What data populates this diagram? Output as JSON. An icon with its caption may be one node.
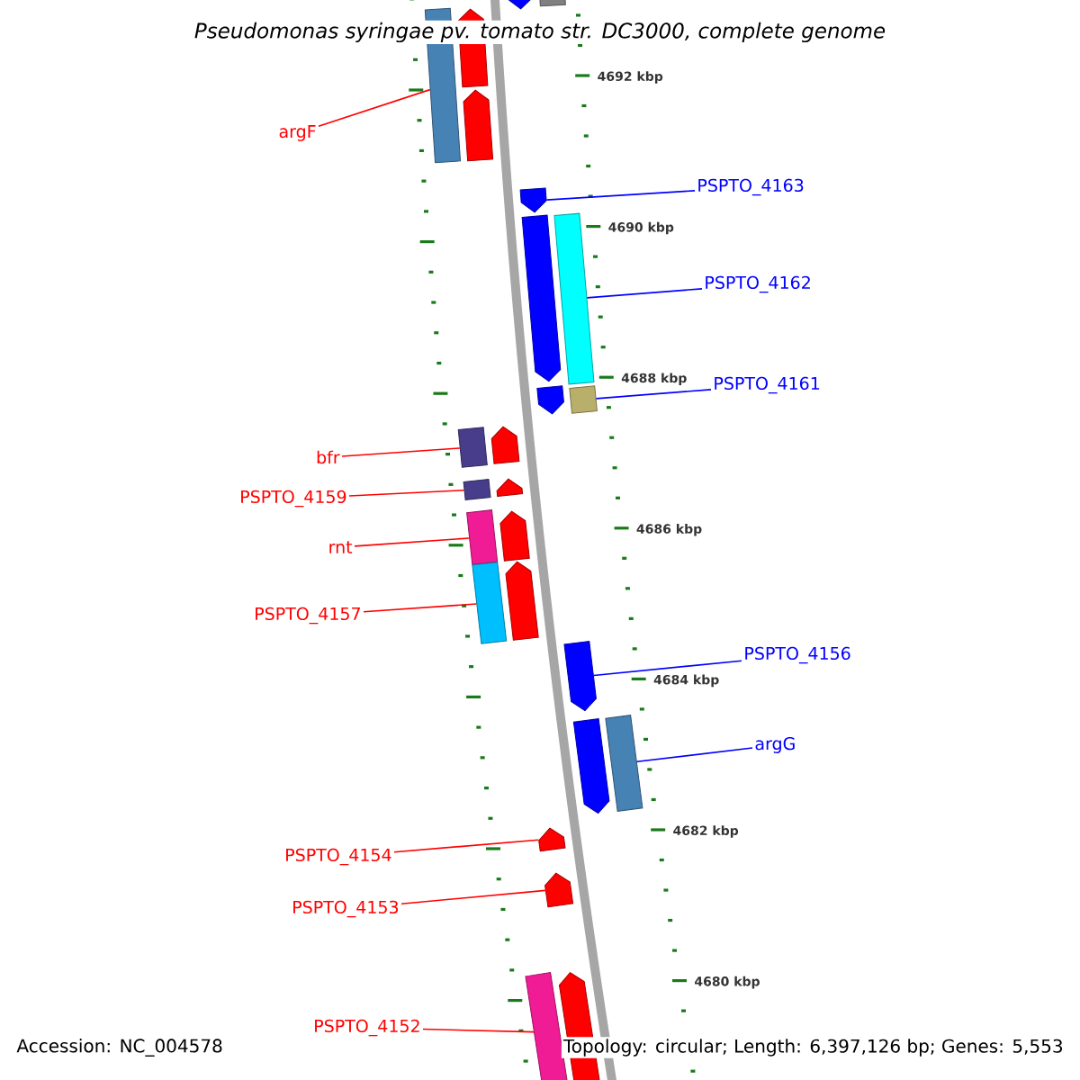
{
  "diagram": {
    "title": "Pseudomonas syringae pv. tomato str. DC3000, complete genome",
    "nodes": [
      {
        "text": [
          "argF"
        ]
      },
      {
        "text": [
          "PSPTO_4163"
        ]
      },
      {
        "text": [
          "PSPTO_4162"
        ]
      },
      {
        "text": [
          "PSPTO_4161"
        ]
      },
      {
        "text": [
          "bfr"
        ]
      },
      {
        "text": [
          "PSPTO_4159"
        ]
      },
      {
        "text": [
          "rnt"
        ]
      },
      {
        "text": [
          "PSPTO_4157"
        ]
      },
      {
        "text": [
          "PSPTO_4156"
        ]
      },
      {
        "text": [
          "argG"
        ]
      },
      {
        "text": [
          "PSPTO_4154"
        ]
      },
      {
        "text": [
          "PSPTO_4153"
        ]
      },
      {
        "text": [
          "PSPTO_4152"
        ]
      },
      {
        "text": [],
        "shape": "pentagon"
      },
      {
        "text": [],
        "shape": "box"
      },
      {
        "text": [],
        "shape": "box"
      },
      {
        "text": [],
        "shape": "pentagon"
      },
      {
        "text": [],
        "shape": "pentagon"
      },
      {
        "text": [],
        "shape": "pentagon"
      },
      {
        "text": [],
        "shape": "pentagon"
      },
      {
        "text": [],
        "shape": "box"
      },
      {
        "text": [],
        "shape": "pentagon"
      },
      {
        "text": [],
        "shape": "box"
      },
      {
        "text": [],
        "shape": "box"
      },
      {
        "text": [],
        "shape": "pentagon"
      },
      {
        "text": [],
        "shape": "box"
      },
      {
        "text": [],
        "shape": "pentagon"
      },
      {
        "text": [],
        "shape": "box"
      },
      {
        "text": [],
        "shape": "pentagon"
      },
      {
        "text": [],
        "shape": "box"
      },
      {
        "text": [],
        "shape": "pentagon"
      },
      {
        "text": [],
        "shape": "pentagon"
      },
      {
        "text": [],
        "shape": "pentagon"
      },
      {
        "text": [],
        "shape": "box"
      },
      {
        "text": [],
        "shape": "pentagon"
      },
      {
        "text": [],
        "shape": "pentagon"
      },
      {
        "text": [],
        "shape": "box"
      },
      {
        "text": [],
        "shape": "pentagon"
      }
    ],
    "edges": [
      {
        "from": 0,
        "to": 15,
        "arrow": "none"
      },
      {
        "from": 1,
        "to": 18,
        "arrow": "none",
        "color": "#0000ff"
      },
      {
        "from": 2,
        "to": 20,
        "arrow": "none",
        "color": "#0000ff"
      },
      {
        "from": 3,
        "to": 22,
        "arrow": "none",
        "color": "#0000ff"
      },
      {
        "from": 4,
        "to": 23,
        "arrow": "none"
      },
      {
        "from": 5,
        "to": 25,
        "arrow": "none"
      },
      {
        "from": 6,
        "to": 27,
        "arrow": "none"
      },
      {
        "from": 7,
        "to": 29,
        "arrow": "none"
      },
      {
        "from": 8,
        "to": 31,
        "arrow": "none",
        "color": "#0000ff"
      },
      {
        "from": 9,
        "to": 33,
        "arrow": "none",
        "color": "#0000ff"
      },
      {
        "from": 10,
        "to": 34,
        "arrow": "none"
      },
      {
        "from": 11,
        "to": 35,
        "arrow": "none"
      },
      {
        "from": 12,
        "to": 36,
        "arrow": "none"
      }
    ],
    "labels": [
      "4692 kbp",
      "4690 kbp",
      "4688 kbp",
      "4686 kbp",
      "4684 kbp",
      "4682 kbp",
      "4680 kbp",
      "Accession: NC_004578",
      "Topology: circular; Length: 6,397,126 bp; Genes: 5,553"
    ]
  }
}
